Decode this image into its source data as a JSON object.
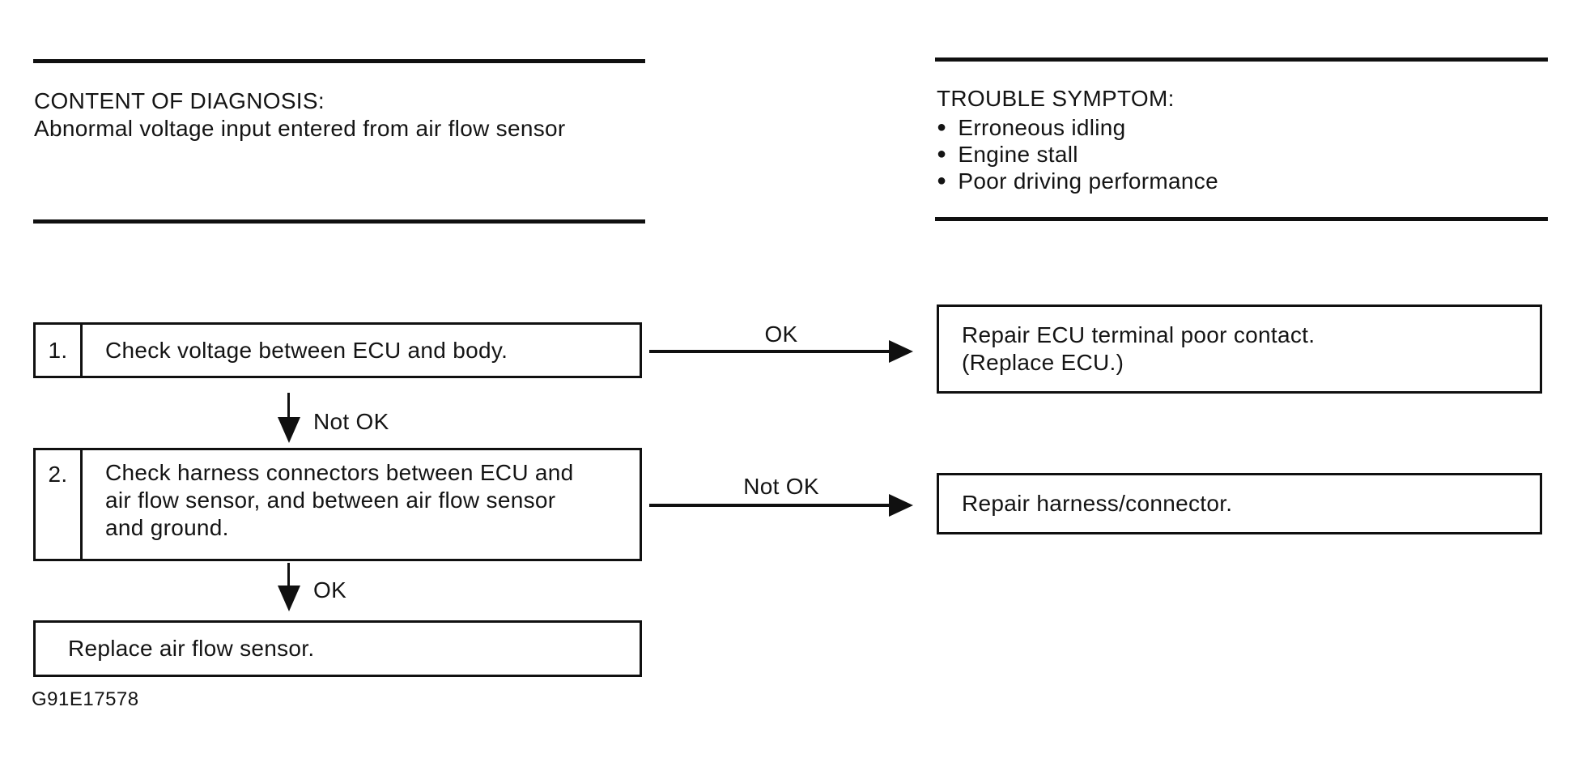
{
  "header": {
    "diagnosis": {
      "title": "CONTENT OF DIAGNOSIS:",
      "description": "Abnormal voltage input entered from air flow sensor"
    },
    "symptom": {
      "title": "TROUBLE SYMPTOM:",
      "bullet_glyph": "●",
      "items": [
        "Erroneous idling",
        "Engine stall",
        "Poor driving performance"
      ]
    }
  },
  "flow": {
    "steps": [
      {
        "number": "1.",
        "text": "Check voltage between ECU and body."
      },
      {
        "number": "2.",
        "text": "Check harness connectors between ECU and air flow sensor, and between air flow sensor and ground."
      }
    ],
    "final": {
      "text": "Replace air flow sensor."
    },
    "branch1": {
      "label": "OK",
      "result": [
        "Repair ECU terminal poor contact.",
        "(Replace ECU.)"
      ]
    },
    "branch2": {
      "label": "Not OK",
      "result": [
        "Repair harness/connector."
      ]
    },
    "down1": {
      "label": "Not OK"
    },
    "down2": {
      "label": "OK"
    }
  },
  "figure_id": "G91E17578",
  "colors": {
    "ink": "#101010",
    "background": "#ffffff"
  }
}
